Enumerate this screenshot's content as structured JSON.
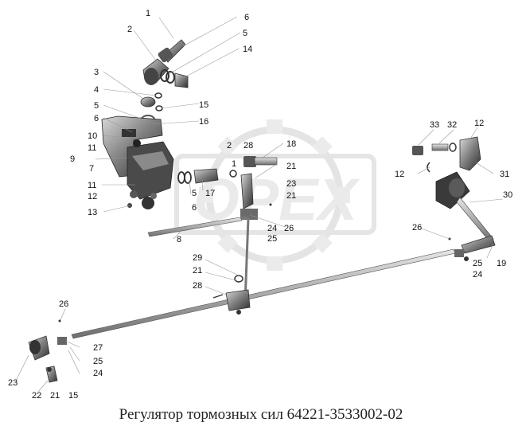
{
  "title": "Регулятор тормозных сил 64221-3533002-02",
  "watermark": "OPEX",
  "colors": {
    "part_dark": "#3a3a3a",
    "part_mid": "#7a7a7a",
    "part_light": "#c8c8c8",
    "watermark": "#d6d6d6",
    "rod": "#8c8c8c",
    "label": "#111111"
  },
  "callouts": [
    {
      "id": "c1",
      "text": "1"
    },
    {
      "id": "c2",
      "text": "2"
    },
    {
      "id": "c6a",
      "text": "6"
    },
    {
      "id": "c5a",
      "text": "5"
    },
    {
      "id": "c14",
      "text": "14"
    },
    {
      "id": "c3",
      "text": "3"
    },
    {
      "id": "c4",
      "text": "4"
    },
    {
      "id": "c5b",
      "text": "5"
    },
    {
      "id": "c15a",
      "text": "15"
    },
    {
      "id": "c6b",
      "text": "6"
    },
    {
      "id": "c16",
      "text": "16"
    },
    {
      "id": "c10",
      "text": "10"
    },
    {
      "id": "c11a",
      "text": "11"
    },
    {
      "id": "c9",
      "text": "9"
    },
    {
      "id": "c7",
      "text": "7"
    },
    {
      "id": "c11b",
      "text": "11"
    },
    {
      "id": "c12a",
      "text": "12"
    },
    {
      "id": "c13",
      "text": "13"
    },
    {
      "id": "c2b",
      "text": "2"
    },
    {
      "id": "c28a",
      "text": "28"
    },
    {
      "id": "c18",
      "text": "18"
    },
    {
      "id": "c1b",
      "text": "1"
    },
    {
      "id": "c21a",
      "text": "21"
    },
    {
      "id": "c23a",
      "text": "23"
    },
    {
      "id": "c21b",
      "text": "21"
    },
    {
      "id": "c5c",
      "text": "5"
    },
    {
      "id": "c17",
      "text": "17"
    },
    {
      "id": "c6c",
      "text": "6"
    },
    {
      "id": "c24a",
      "text": "24"
    },
    {
      "id": "c26a",
      "text": "26"
    },
    {
      "id": "c25a",
      "text": "25"
    },
    {
      "id": "c8",
      "text": "8"
    },
    {
      "id": "c33",
      "text": "33"
    },
    {
      "id": "c32",
      "text": "32"
    },
    {
      "id": "c12b",
      "text": "12"
    },
    {
      "id": "c12c",
      "text": "12"
    },
    {
      "id": "c31",
      "text": "31"
    },
    {
      "id": "c30",
      "text": "30"
    },
    {
      "id": "c26b",
      "text": "26"
    },
    {
      "id": "c25b",
      "text": "25"
    },
    {
      "id": "c19",
      "text": "19"
    },
    {
      "id": "c24b",
      "text": "24"
    },
    {
      "id": "c29",
      "text": "29"
    },
    {
      "id": "c21c",
      "text": "21"
    },
    {
      "id": "c28b",
      "text": "28"
    },
    {
      "id": "c26c",
      "text": "26"
    },
    {
      "id": "c27",
      "text": "27"
    },
    {
      "id": "c25c",
      "text": "25"
    },
    {
      "id": "c24c",
      "text": "24"
    },
    {
      "id": "c23b",
      "text": "23"
    },
    {
      "id": "c22",
      "text": "22"
    },
    {
      "id": "c21d",
      "text": "21"
    },
    {
      "id": "c15b",
      "text": "15"
    }
  ]
}
